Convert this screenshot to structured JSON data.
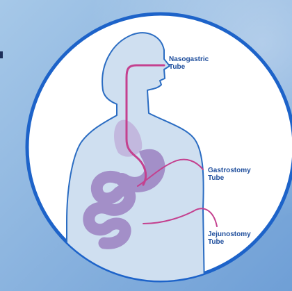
{
  "colors": {
    "background_gradient": [
      "#a6c8e8",
      "#6f9fd6"
    ],
    "circle_fill": "#ffffff",
    "circle_border": "#1d63c9",
    "body_fill": "#cfdff0",
    "body_outline": "#2a6cc2",
    "organ_fill": "#a38fc8",
    "organ_light": "#c0b2da",
    "tube_color": "#c4418f",
    "label_color": "#1f4e9c"
  },
  "labels": {
    "nasogastric": {
      "line1": "Nasogastric",
      "line2": "Tube"
    },
    "gastrostomy": {
      "line1": "Gastrostomy",
      "line2": "Tube"
    },
    "jejunostomy": {
      "line1": "Jejunostomy",
      "line2": "Tube"
    }
  }
}
